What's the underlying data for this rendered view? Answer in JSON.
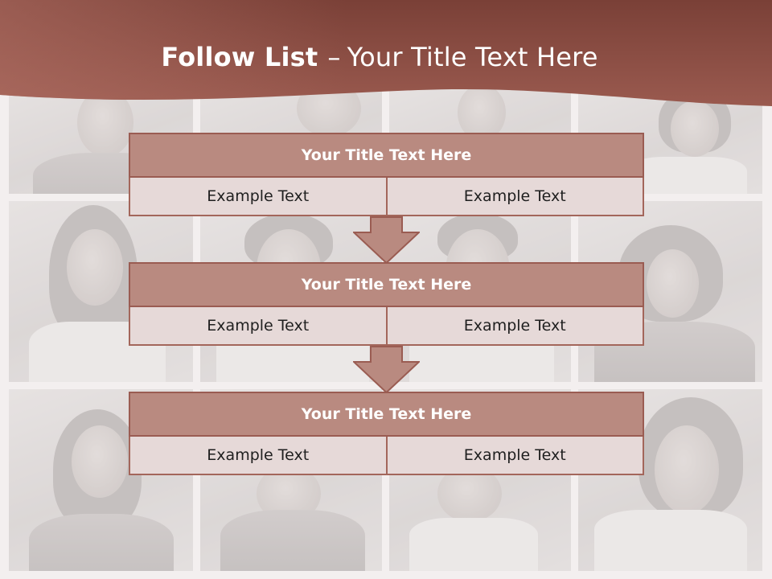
{
  "slide": {
    "title_bold": "Follow List",
    "title_separator": "–",
    "title_rest": "Your Title Text Here"
  },
  "colors": {
    "header": "#8f5045",
    "box_title": "#b98a80",
    "box_border": "#9a5c52",
    "cell_fill": "#e6d9d8",
    "arrow": "#b98a80"
  },
  "blocks": [
    {
      "title": "Your Title Text Here",
      "left": "Example Text",
      "right": "Example Text"
    },
    {
      "title": "Your Title Text Here",
      "left": "Example Text",
      "right": "Example Text"
    },
    {
      "title": "Your Title Text Here",
      "left": "Example Text",
      "right": "Example Text"
    }
  ]
}
